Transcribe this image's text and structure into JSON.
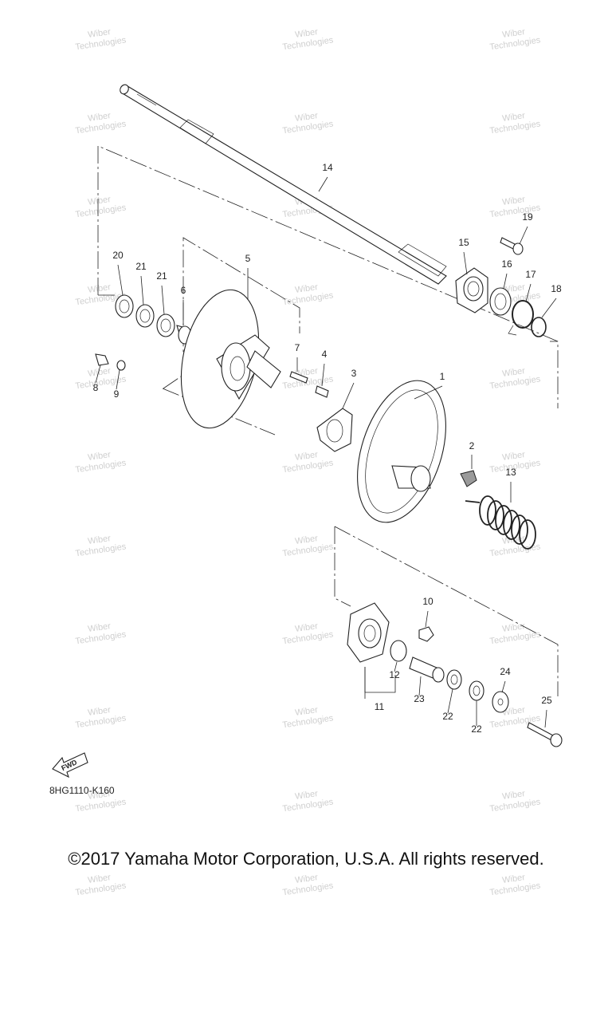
{
  "diagram": {
    "drawing_code": "8HG1110-K160",
    "fwd_label": "FWD",
    "copyright": "©2017 Yamaha Motor Corporation, U.S.A. All rights reserved.",
    "watermark_lines": [
      "Wiber",
      "Technologies"
    ],
    "callouts": [
      "1",
      "2",
      "3",
      "4",
      "5",
      "6",
      "7",
      "8",
      "9",
      "10",
      "11",
      "12",
      "13",
      "14",
      "15",
      "16",
      "17",
      "18",
      "19",
      "20",
      "21",
      "21",
      "22",
      "22",
      "23",
      "24",
      "25"
    ]
  }
}
